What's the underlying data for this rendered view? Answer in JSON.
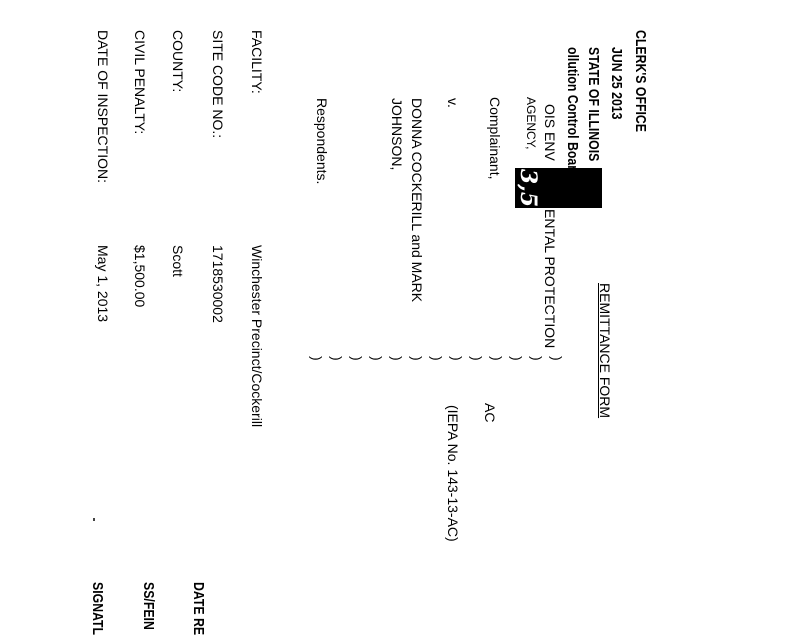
{
  "stamp": {
    "office": "CLERK'S OFFICE",
    "date": "JUN 25 2013",
    "state": "STATE OF ILLINOIS",
    "board": "ollution Control Board"
  },
  "title": "REMITTANCE FORM",
  "caption": {
    "agency_part1": "OIS ENV",
    "agency_part2": "ENTAL PROTECTION",
    "agency_line2": "AGENCY,",
    "complainant": "Complainant,",
    "versus": "v.",
    "respondent_line1": "DONNA COCKERILL and MARK",
    "respondent_line2": "JOHNSON,",
    "respondents": "Respondents.",
    "case_type": "AC",
    "case_number": "(IEPA No. 143-13-AC)",
    "paren": ")",
    "redaction_text": "3,5"
  },
  "fields": [
    {
      "label": "FACILITY:",
      "value": "Winchester Precinct/Cockerill"
    },
    {
      "label": "SITE CODE NO.:",
      "value": "1718530002"
    },
    {
      "label": "COUNTY:",
      "value": "Scott"
    },
    {
      "label": "CIVIL PENALTY:",
      "value": "$1,500.00"
    },
    {
      "label": "DATE OF INSPECTION:",
      "value": "May 1, 2013"
    }
  ],
  "cut_off_labels": [
    "DATE RE",
    "SS/FEIN",
    "SIGNATL"
  ]
}
